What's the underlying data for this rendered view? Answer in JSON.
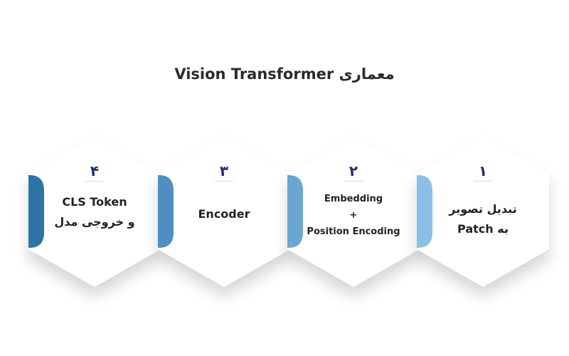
{
  "title": "معماری Vision Transformer",
  "steps": [
    {
      "number": "۱",
      "lines": [
        "تبدیل تصویر",
        "به Patch"
      ],
      "accent": "#8bbfe6"
    },
    {
      "number": "۲",
      "lines": [
        "Embedding",
        "+",
        "Position Encoding"
      ],
      "accent": "#6aa6d2"
    },
    {
      "number": "۳",
      "lines": [
        "Encoder"
      ],
      "accent": "#4f8ec0"
    },
    {
      "number": "۴",
      "lines": [
        "CLS Token",
        "و خروجی مدل"
      ],
      "accent": "#2f73a6"
    }
  ],
  "colors": {
    "number": "#1f2f6e",
    "text": "#222222",
    "hexagon": "#ffffff"
  }
}
